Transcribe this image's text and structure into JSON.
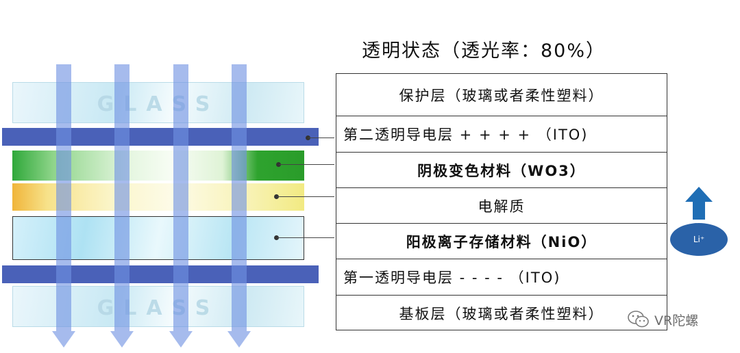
{
  "title": "透明状态（透光率：80%）",
  "glass_label": "GLASS",
  "layers": [
    "保护层（玻璃或者柔性塑料）",
    "第二透明导电层 + + + + （ITO)",
    "阴极变色材料（WO3）",
    "电解质",
    "阳极离子存储材料（NiO）",
    "第一透明导电层 - - - - （ITO)",
    "基板层（玻璃或者柔性塑料）"
  ],
  "ion_label": "Li⁺",
  "watermark": "VR陀螺",
  "colors": {
    "conductive_bar": "#4a61b8",
    "light_arrow": "#7092e2",
    "cathode_layer": "#2ea32e",
    "electrolyte_layer": "#f2ea82",
    "anode_layer": "#aee2f3",
    "ion_arrow": "#1f6eb5"
  },
  "icons": {
    "watermark_logo": "wechat-icon"
  }
}
